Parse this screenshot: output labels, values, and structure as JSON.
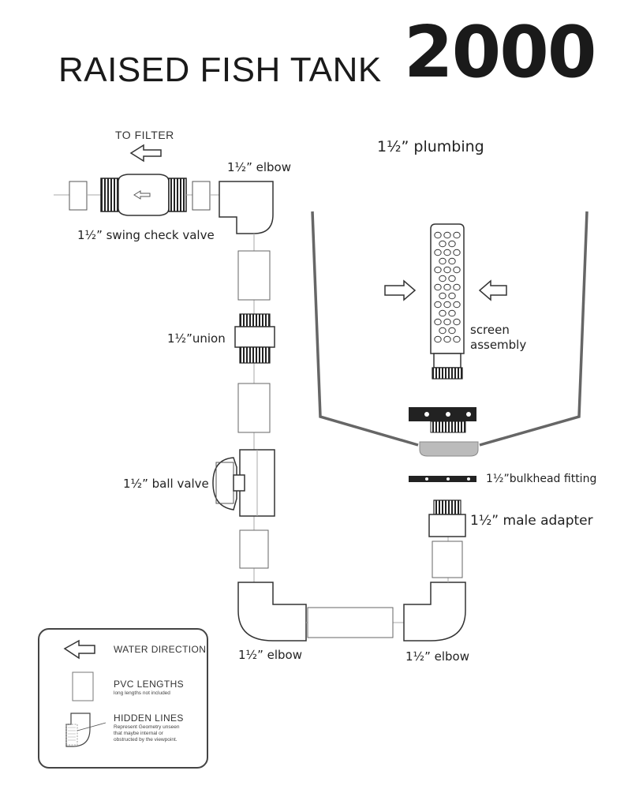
{
  "title": "RAISED FISH TANK",
  "model_number": "2000",
  "plumbing_size": "1½” plumbing",
  "flow_label": "TO FILTER",
  "labels": {
    "elbow_top": "1½”  elbow",
    "swing_check_valve": "1½”  swing check valve",
    "union": "1½”union",
    "ball_valve": "1½”  ball valve",
    "screen_assembly_line1": "screen",
    "screen_assembly_line2": "assembly",
    "bulkhead_fitting": "1½”bulkhead fitting",
    "male_adapter": "1½” male adapter",
    "elbow_bottom_left": "1½”  elbow",
    "elbow_bottom_right": "1½”  elbow"
  },
  "legend": {
    "water_direction": "WATER DIRECTION",
    "pvc_lengths": "PVC LENGTHS",
    "pvc_note": "long lengths not included",
    "hidden_lines": "HIDDEN LINES",
    "hidden_note_1": "Represent Geometry unseen",
    "hidden_note_2": "that maybe internal or",
    "hidden_note_3": "obstructed by the viewpoint."
  },
  "colors": {
    "line": "#333333",
    "tank_wall": "#666666",
    "flange_gray": "#bbbbbb",
    "thread_dark": "#222222"
  }
}
